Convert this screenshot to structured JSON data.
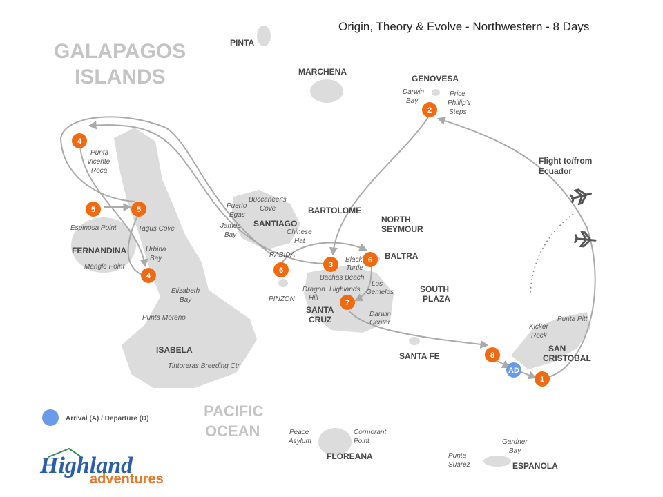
{
  "title": "Origin, Theory & Evolve - Northwestern - 8 Days",
  "region_title": [
    "GALAPAGOS",
    "ISLANDS"
  ],
  "ocean": [
    "PACIFIC",
    "OCEAN"
  ],
  "islands": {
    "pinta": "PINTA",
    "marchena": "MARCHENA",
    "genovesa": "GENOVESA",
    "bartolome": "BARTOLOME",
    "santiago": "SANTIAGO",
    "north_seymour": [
      "NORTH",
      "SEYMOUR"
    ],
    "baltra": "BALTRA",
    "south_plaza": [
      "SOUTH",
      "PLAZA"
    ],
    "rabida": "RABIDA",
    "pinzon": "PINZON",
    "santa_cruz": [
      "SANTA",
      "CRUZ"
    ],
    "santa_fe": "SANTA FE",
    "san_cristobal": [
      "SAN",
      "CRISTOBAL"
    ],
    "fernandina": "FERNANDINA",
    "isabela": "ISABELA",
    "floreana": "FLOREANA",
    "espanola": "ESPANOLA"
  },
  "sites": {
    "darwin_bay": [
      "Darwin",
      "Bay"
    ],
    "price_phillip": [
      "Price",
      "Phillip's",
      "Steps"
    ],
    "punta_vicente_roca": [
      "Punta",
      "Vicente",
      "Roca"
    ],
    "espinosa": "Espinosa Point",
    "tagus": "Tagus Cove",
    "urbina": [
      "Urbina",
      "Bay"
    ],
    "mangle": "Mangle Point",
    "elizabeth": [
      "Elizabeth",
      "Bay"
    ],
    "punta_moreno": "Punta Moreno",
    "tintoreras": "Tintoreras Breeding Ctr.",
    "puerto_egas": [
      "Puerto",
      "Egas"
    ],
    "buccaneer": [
      "Buccaneer's",
      "Cove"
    ],
    "james_bay": [
      "James",
      "Bay"
    ],
    "chinese_hat": [
      "Chinese",
      "Hat"
    ],
    "black_turtle": [
      "Black",
      "Turtle"
    ],
    "bachas": "Bachas Beach",
    "dragon_hill": [
      "Dragon",
      "Hill"
    ],
    "highlands": "Highlands",
    "los_gemelos": [
      "Los",
      "Gemelos"
    ],
    "darwin_center": [
      "Darwin",
      "Center"
    ],
    "kicker_rock": [
      "Kicker",
      "Rock"
    ],
    "punta_pitt": "Punta Pitt",
    "peace_asylum": [
      "Peace",
      "Asylum"
    ],
    "cormorant": [
      "Cormorant",
      "Point"
    ],
    "gardner": [
      "Gardner",
      "Bay"
    ],
    "punta_suarez": [
      "Punta",
      "Suarez"
    ]
  },
  "flight": [
    "Flight to/from",
    "Ecuador"
  ],
  "stops": [
    "1",
    "2",
    "3",
    "4",
    "4",
    "5",
    "5",
    "6",
    "6",
    "7",
    "8"
  ],
  "ad_marker": "AD",
  "legend": "Arrival (A) / Departure (D)",
  "logo": [
    "Highland",
    "adventures"
  ],
  "colors": {
    "stop": "#f26a10",
    "arrival": "#6a9be8",
    "island": "#dcdcdc",
    "route": "#aaaaaa"
  }
}
